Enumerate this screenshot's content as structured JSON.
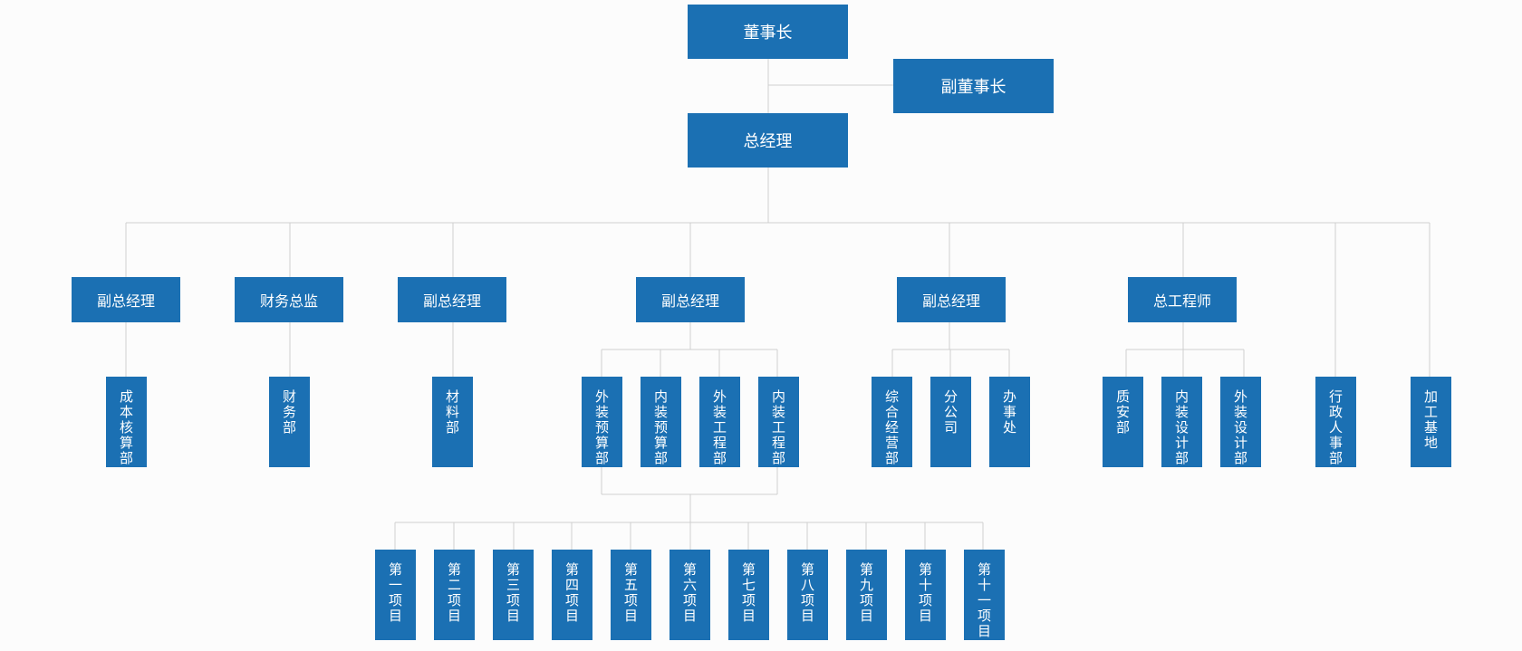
{
  "top": {
    "chairman": "董事长",
    "vice_chairman": "副董事长",
    "general_manager": "总经理"
  },
  "level2": [
    "副总经理",
    "财务总监",
    "副总经理",
    "副总经理",
    "副总经理",
    "总工程师"
  ],
  "level3": [
    "成本核算部",
    "财务部",
    "材料部",
    "外装预算部",
    "内装预算部",
    "外装工程部",
    "内装工程部",
    "综合经营部",
    "分公司",
    "办事处",
    "质安部",
    "内装设计部",
    "外装设计部",
    "行政人事部",
    "加工基地"
  ],
  "projects": [
    "第一项目",
    "第二项目",
    "第三项目",
    "第四项目",
    "第五项目",
    "第六项目",
    "第七项目",
    "第八项目",
    "第九项目",
    "第十项目",
    "第十一项目"
  ],
  "colors": {
    "node": "#1b70b3",
    "line": "#cfcfcf",
    "background": "#fcfcfc"
  }
}
